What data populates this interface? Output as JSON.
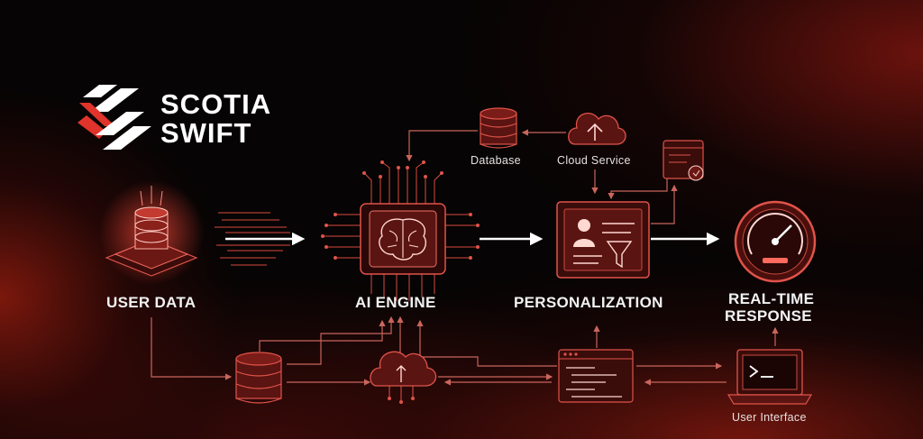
{
  "brand": {
    "line1": "SCOTIA",
    "line2": "SWIFT",
    "logo_icon": "slanted-stripes-logo"
  },
  "nodes": {
    "user_data": "USER DATA",
    "ai_engine": "AI ENGINE",
    "personalization": "PERSONALIZATION",
    "realtime_line1": "REAL-TIME",
    "realtime_line2": "RESPONSE",
    "database": "Database",
    "cloud_service": "Cloud Service",
    "user_interface": "User Interface"
  },
  "colors": {
    "accent": "#e0332b",
    "line": "#c9655c",
    "icon_fill": "#5a1412",
    "text": "#f2f2f2",
    "background": "#060404"
  },
  "icons": [
    "database-stack-icon",
    "cpu-brain-icon",
    "profile-filter-icon",
    "speedometer-icon",
    "cloud-upload-icon",
    "browser-certificate-icon",
    "code-window-icon",
    "terminal-laptop-icon",
    "cloud-network-icon"
  ]
}
